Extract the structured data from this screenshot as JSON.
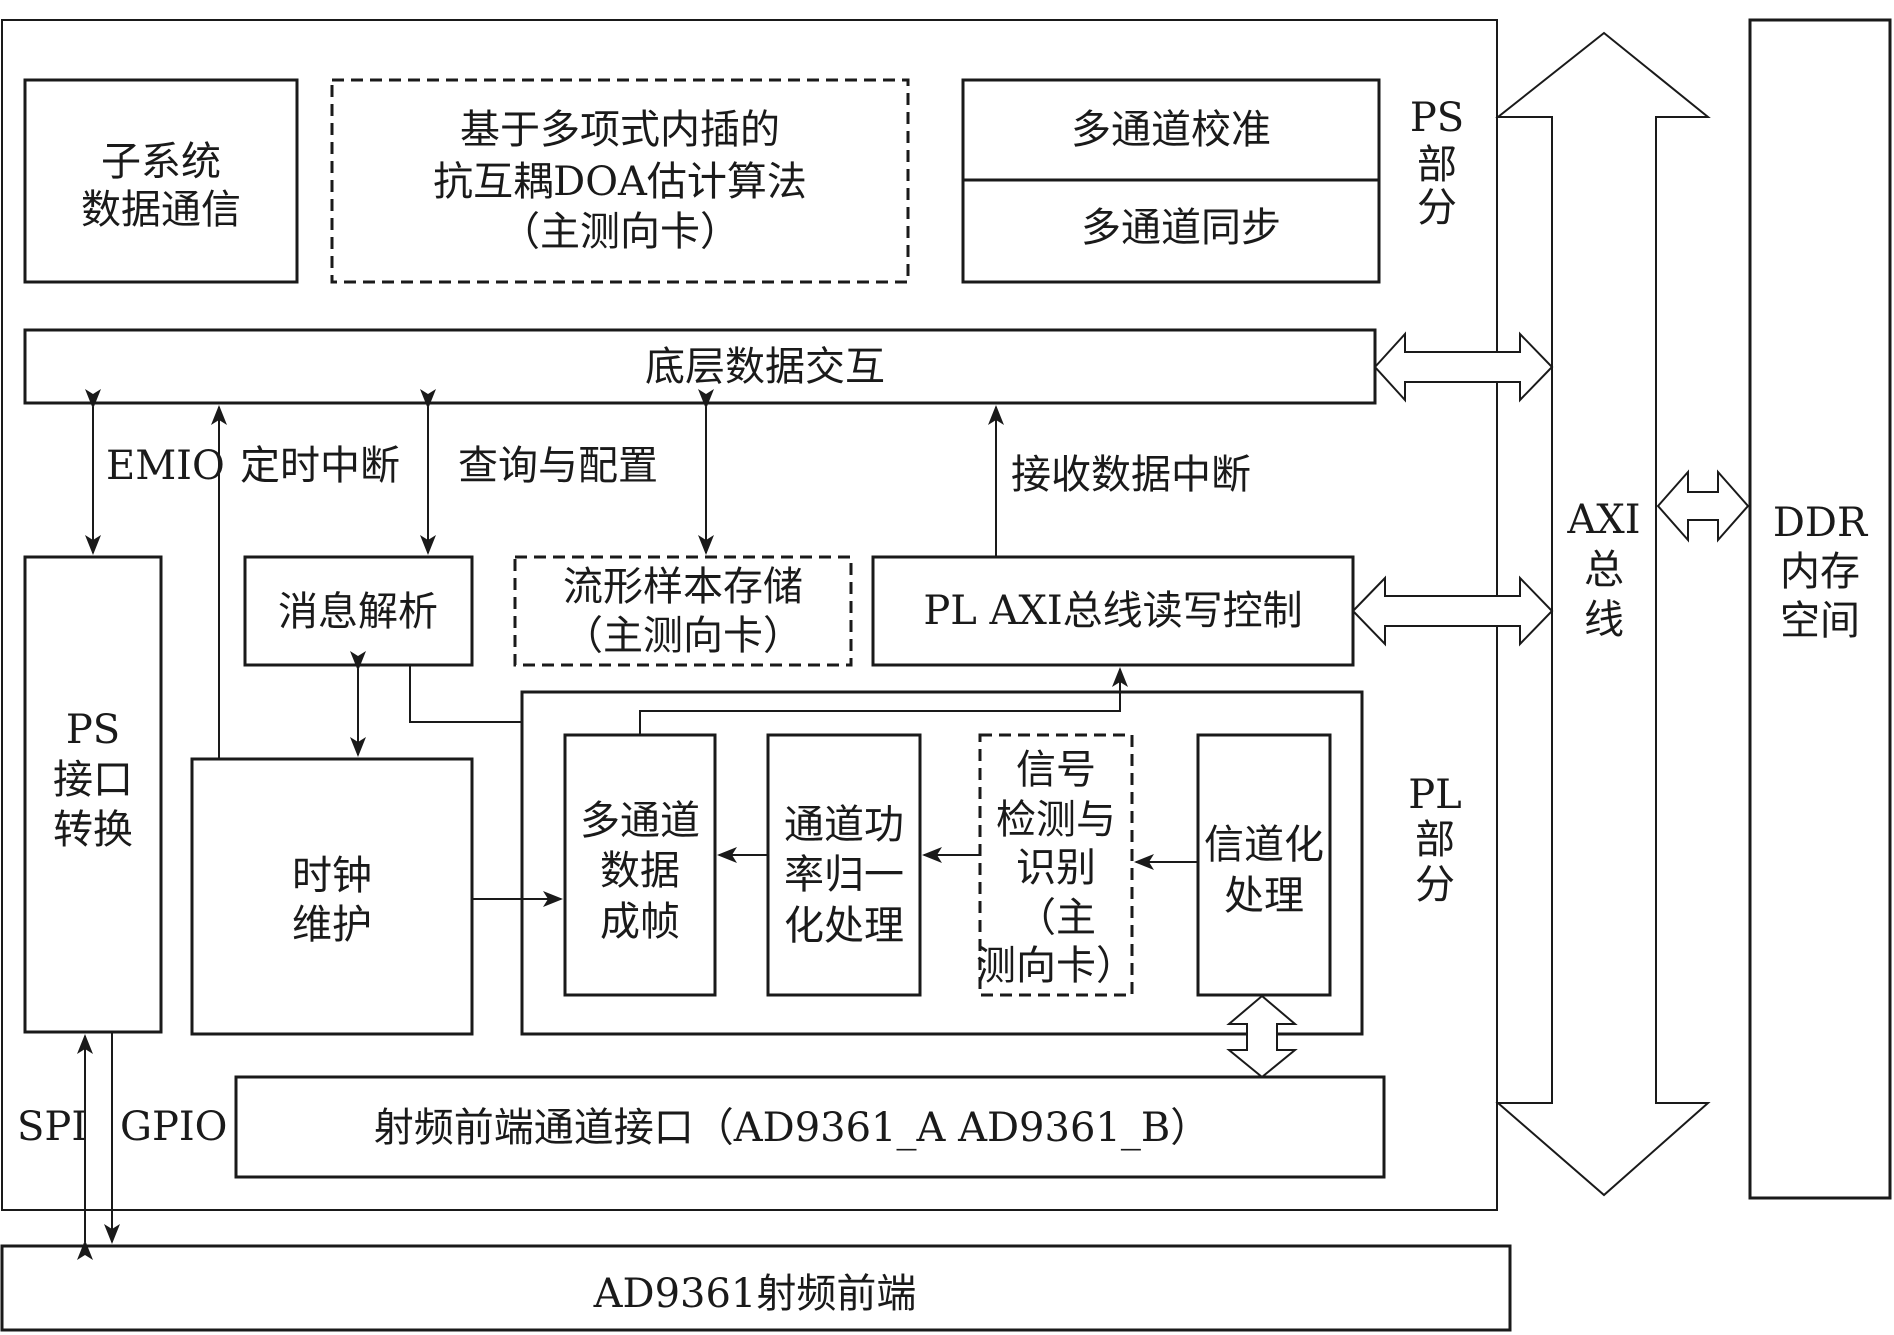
{
  "colors": {
    "stroke": "#1a1a1a",
    "background": "#ffffff"
  },
  "ps_section": {
    "subsystem_comm": [
      "子系统",
      "数据通信"
    ],
    "doa_algorithm": [
      "基于多项式内插的",
      "抗互耦DOA估计算法",
      "（主测向卡）"
    ],
    "multichannel_calibration": "多通道校准",
    "multichannel_sync": "多通道同步",
    "label": [
      "PS",
      "部",
      "分"
    ]
  },
  "bottom_data_interaction": "底层数据交互",
  "signals": {
    "emio": "EMIO",
    "timer_interrupt": "定时中断",
    "query_config": "查询与配置",
    "receive_interrupt": "接收数据中断",
    "spi": "SPI",
    "gpio": "GPIO"
  },
  "pl_section": {
    "ps_interface": [
      "PS",
      "接口",
      "转换"
    ],
    "message_parse": "消息解析",
    "manifold_storage": [
      "流形样本存储",
      "（主测向卡）"
    ],
    "pl_axi_control": "PL AXI总线读写控制",
    "clock_maintain": [
      "时钟",
      "维护"
    ],
    "frame_assembly": [
      "多通道",
      "数据",
      "成帧"
    ],
    "power_normalize": [
      "通道功",
      "率归一",
      "化处理"
    ],
    "signal_detect": [
      "信号",
      "检测与",
      "识别",
      "（主",
      "测向卡）"
    ],
    "channelize": [
      "信道化",
      "处理"
    ],
    "label": [
      "PL",
      "部",
      "分"
    ]
  },
  "rf_interface": "射频前端通道接口（AD9361_A AD9361_B）",
  "axi_bus": [
    "AXI",
    "总",
    "线"
  ],
  "ddr": [
    "DDR",
    "内存",
    "空间"
  ],
  "ad9361_frontend": "AD9361射频前端"
}
